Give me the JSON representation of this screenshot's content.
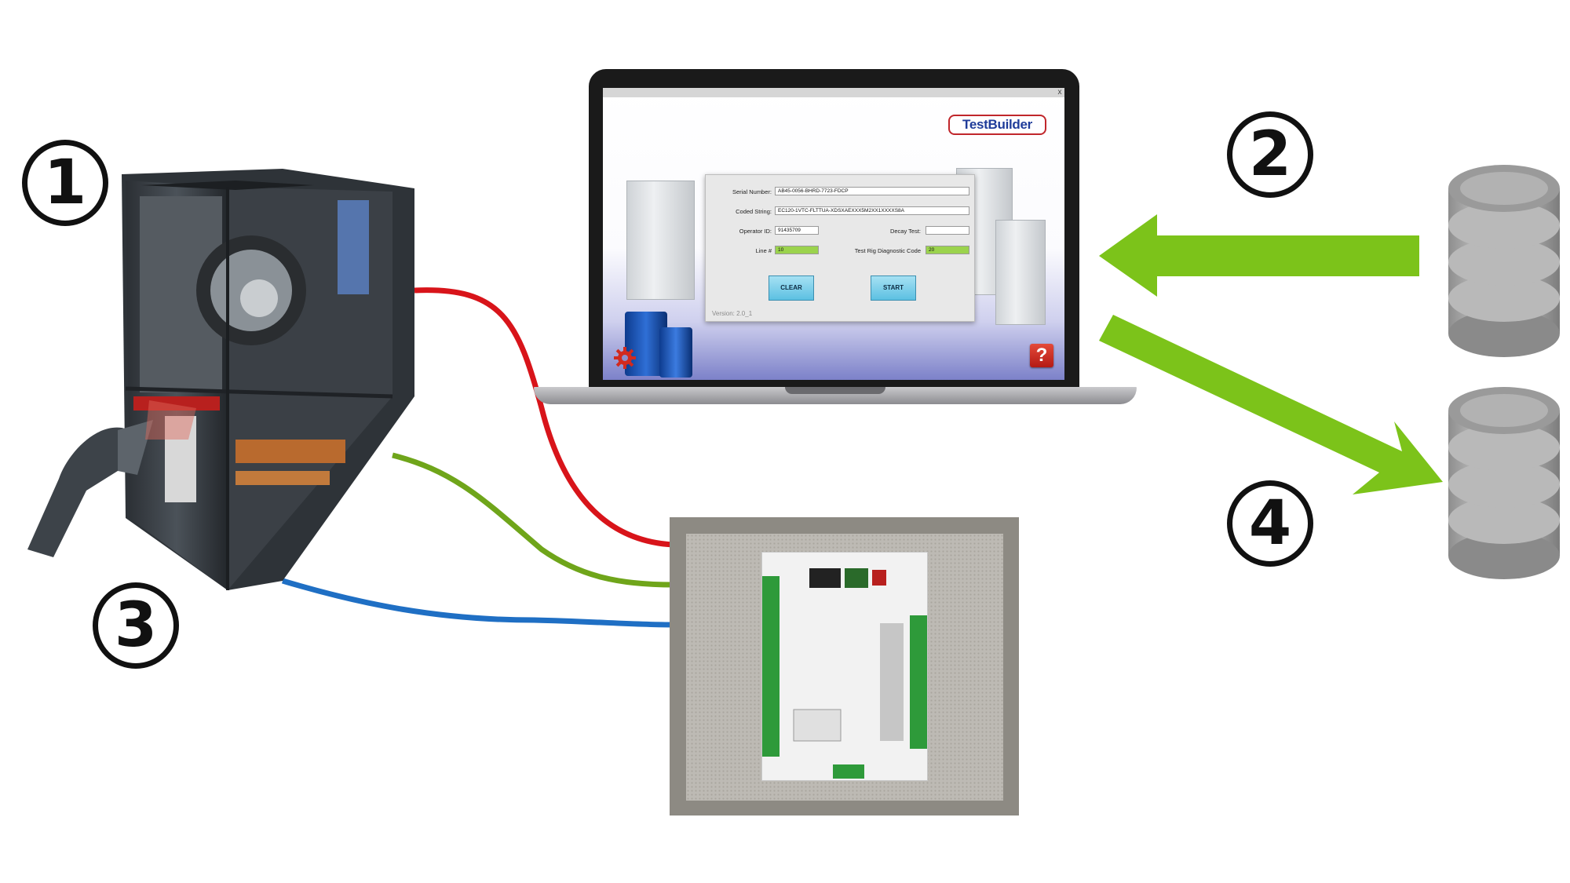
{
  "steps": {
    "step1": "1",
    "step2": "2",
    "step3": "3",
    "step4": "4"
  },
  "laptop_app": {
    "brand": "TestBuilder",
    "close_glyph": "x",
    "fields": {
      "serial_number": {
        "label": "Serial Number:",
        "value": "AB45-0056-BHRD-7723-FDCP"
      },
      "coded_string": {
        "label": "Coded String:",
        "value": "EC120-1VTC-FLTTUA-XDSXAEXXX5M2XX1XXXXS8A"
      },
      "operator_id": {
        "label": "Operator ID:",
        "value": "91435709"
      },
      "decay_test": {
        "label": "Decay Test:",
        "value": ""
      },
      "line_number": {
        "label": "Line #",
        "value": "10"
      },
      "diagnostic_code": {
        "label": "Test Rig Diagnostic Code",
        "value": "20"
      }
    },
    "buttons": {
      "clear": "CLEAR",
      "start": "START"
    },
    "version": "Version: 2.0_1",
    "help_glyph": "?"
  },
  "icons": {
    "settings": "gear-icon",
    "help": "help-icon",
    "database": "database-icon",
    "scanner": "barcode-scanner-icon"
  },
  "colors": {
    "arrow": "#7cc31a",
    "cable_red": "#d8141a",
    "cable_green": "#6fa51a",
    "cable_blue": "#1f6fc4",
    "field_highlight": "#9bd34d"
  }
}
